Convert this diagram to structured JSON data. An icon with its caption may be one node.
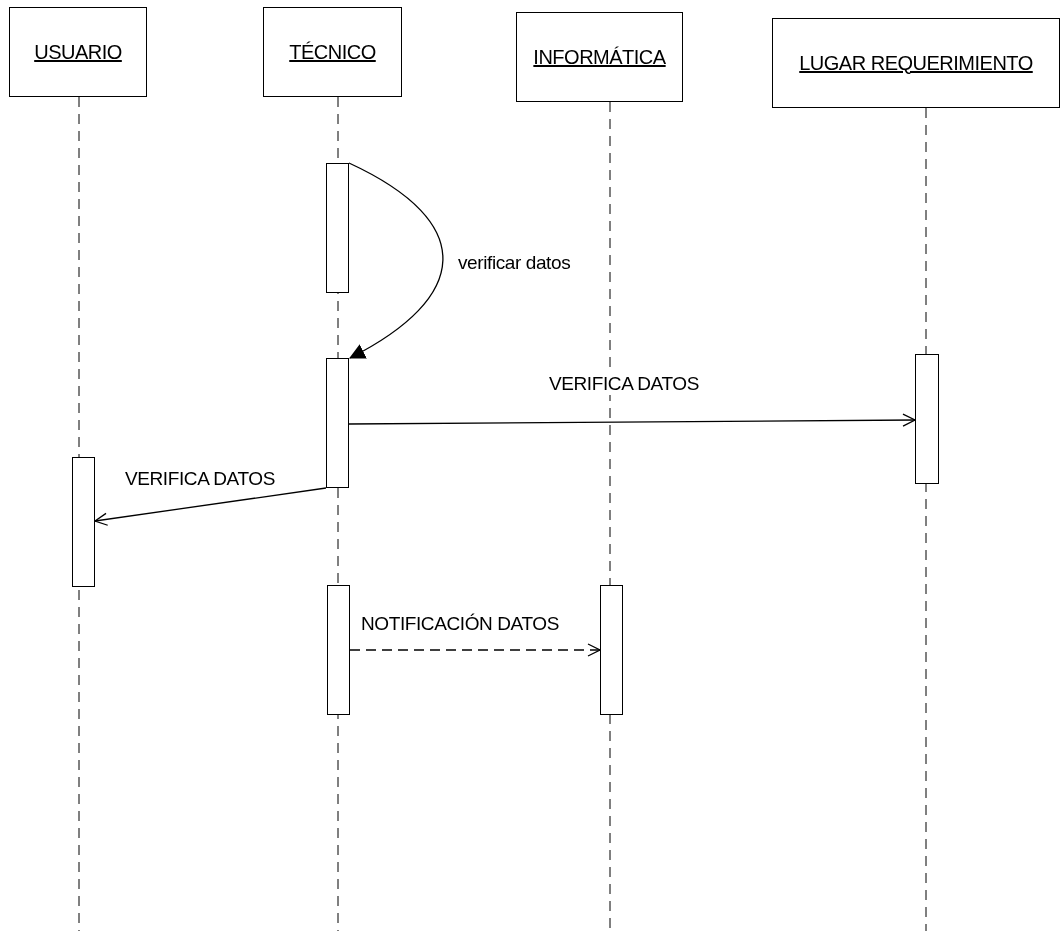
{
  "diagram": {
    "nodes": [
      {
        "text": [
          "USUARIO"
        ]
      },
      {
        "text": [
          "TÉCNICO"
        ]
      },
      {
        "text": [
          "INFORMÁTICA"
        ]
      },
      {
        "text": [
          "LUGAR REQUERIMIENTO"
        ]
      },
      {
        "text": [],
        "shape": "bar"
      },
      {
        "text": [],
        "shape": "bar"
      },
      {
        "text": [],
        "shape": "bar"
      },
      {
        "text": [],
        "shape": "bar"
      },
      {
        "text": [],
        "shape": "bar"
      },
      {
        "text": [],
        "shape": "bar"
      }
    ],
    "edges": [
      {
        "from": 4,
        "to": 5,
        "arrow": "to",
        "label": "verificar datos"
      },
      {
        "from": 5,
        "to": 6,
        "arrow": "to",
        "label": "VERIFICA DATOS"
      },
      {
        "from": 5,
        "to": 7,
        "arrow": "to",
        "label": "VERIFICA DATOS"
      },
      {
        "from": 8,
        "to": 9,
        "arrow": "to",
        "label": "NOTIFICACIÓN DATOS",
        "style": "dashed"
      }
    ]
  }
}
